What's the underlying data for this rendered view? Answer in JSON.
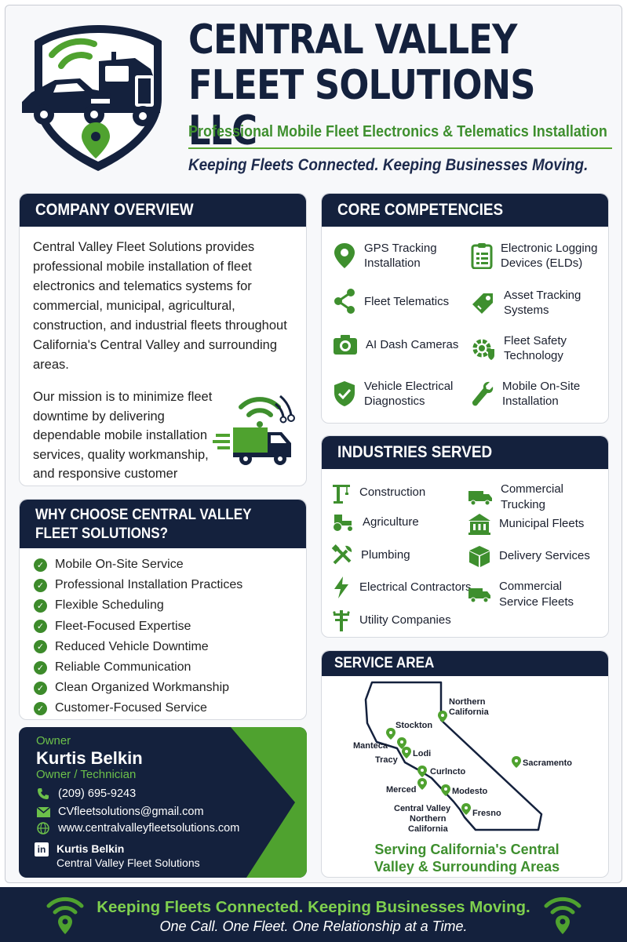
{
  "header": {
    "title_line1": "CENTRAL VALLEY",
    "title_line2": "FLEET SOLUTIONS LLC",
    "subtitle": "Professional Mobile Fleet Electronics & Telematics Installation",
    "tagline": "Keeping Fleets Connected. Keeping Businesses Moving."
  },
  "overview": {
    "heading": "COMPANY OVERVIEW",
    "paragraph": "Central Valley Fleet Solutions provides professional mobile installation of fleet electronics and telematics systems for commercial, municipal, agricultural, construction, and industrial fleets throughout California's Central Valley and surrounding areas.",
    "mission": "Our mission is to minimize fleet downtime by delivering dependable mobile installation services, quality workmanship, and responsive customer support."
  },
  "why": {
    "heading": "WHY CHOOSE CENTRAL VALLEY FLEET SOLUTIONS?",
    "items": [
      "Mobile On-Site Service",
      "Professional Installation Practices",
      "Flexible Scheduling",
      "Fleet-Focused Expertise",
      "Reduced Vehicle Downtime",
      "Reliable Communication",
      "Clean Organized Workmanship",
      "Customer-Focused Service"
    ]
  },
  "contact": {
    "owner_label": "Owner",
    "name": "Kurtis Belkin",
    "role": "Owner / Technician",
    "phone": "(209) 695-9243",
    "email": "CVfleetsolutions@gmail.com",
    "website": "www.centralvalleyfleetsolutions.com",
    "linkedin_name": "Kurtis Belkin",
    "linkedin_company": "Central Valley Fleet Solutions",
    "linkedin_badge": "in"
  },
  "competencies": {
    "heading": "CORE COMPETENCIES",
    "items": [
      {
        "label": "GPS Tracking Installation",
        "icon": "map-pin-icon"
      },
      {
        "label": "Electronic Logging Devices (ELDs)",
        "icon": "clipboard-icon"
      },
      {
        "label": "Fleet Telematics",
        "icon": "share-nodes-icon"
      },
      {
        "label": "Asset Tracking Systems",
        "icon": "tag-icon"
      },
      {
        "label": "AI Dash Cameras",
        "icon": "camera-icon"
      },
      {
        "label": "Fleet Safety Technology",
        "icon": "gear-shield-icon"
      },
      {
        "label": "Vehicle Electrical Diagnostics",
        "icon": "shield-check-icon"
      },
      {
        "label": "Mobile On-Site Installation",
        "icon": "wrench-icon"
      }
    ]
  },
  "industries": {
    "heading": "INDUSTRIES SERVED",
    "items": [
      {
        "label": "Construction",
        "icon": "crane-icon"
      },
      {
        "label": "Commercial Trucking",
        "icon": "truck-icon"
      },
      {
        "label": "Agriculture",
        "icon": "tractor-icon"
      },
      {
        "label": "Municipal Fleets",
        "icon": "building-icon"
      },
      {
        "label": "Plumbing",
        "icon": "tools-icon"
      },
      {
        "label": "Delivery Services",
        "icon": "box-icon"
      },
      {
        "label": "Electrical Contractors",
        "icon": "lightning-icon"
      },
      {
        "label": "Commercial Service Fleets",
        "icon": "van-icon"
      },
      {
        "label": "Utility Companies",
        "icon": "utility-pole-icon"
      }
    ]
  },
  "service_area": {
    "heading": "SERVICE AREA",
    "locations": {
      "northern_california_1": "Northern",
      "northern_california_2": "California",
      "stockton": "Stockton",
      "manteca": "Manteca",
      "lodi": "Lodi",
      "tracy": "Tracy",
      "turlock": "Curlncto",
      "sacramento": "Sacramento",
      "merced": "Merced",
      "modesto": "Modesto",
      "fresno": "Fresno",
      "cv_1": "Central Valley",
      "cv_2": "Northern",
      "cv_3": "California"
    },
    "caption_line1": "Serving California's Central",
    "caption_line2": "Valley & Surrounding Areas"
  },
  "footer": {
    "line1": "Keeping Fleets Connected. Keeping Businesses Moving.",
    "line2": "One Call. One Fleet. One Relationship at a Time."
  },
  "colors": {
    "navy": "#14213d",
    "green": "#3e8f2e",
    "bright_green": "#6cc04a"
  }
}
